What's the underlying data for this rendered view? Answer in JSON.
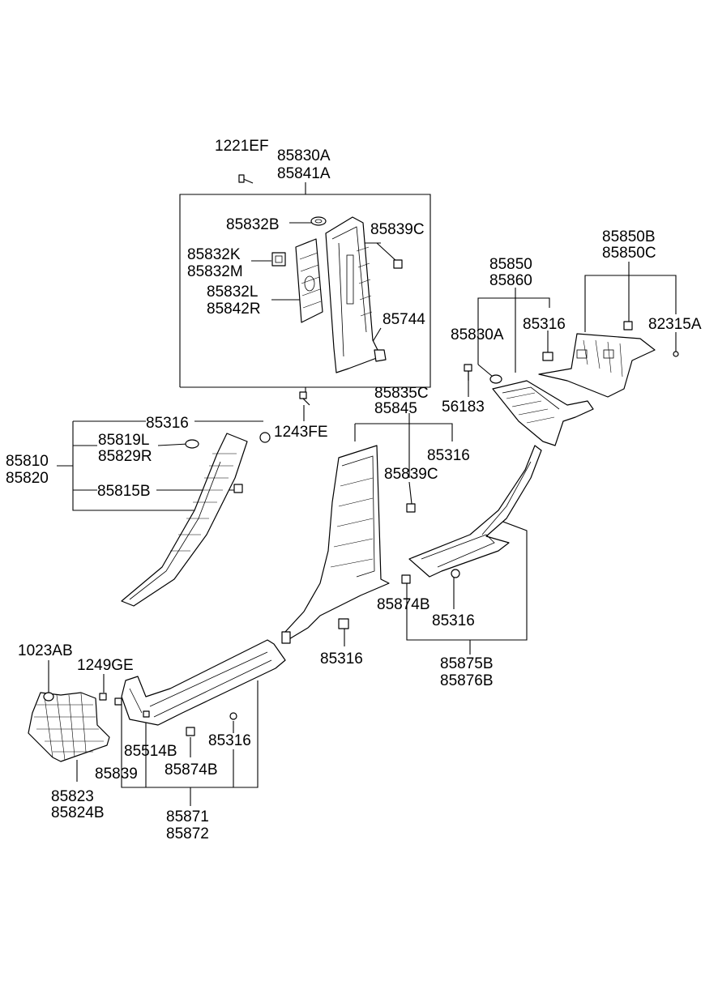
{
  "labels": {
    "p1221EF": "1221EF",
    "p85830A_top": "85830A",
    "p85841A": "85841A",
    "p85832B": "85832B",
    "p85839C_top": "85839C",
    "p85832K": "85832K",
    "p85832M": "85832M",
    "p85832L": "85832L",
    "p85842R": "85842R",
    "p85744": "85744",
    "p1243FE": "1243FE",
    "p85850B": "85850B",
    "p85850C": "85850C",
    "p85850": "85850",
    "p85860": "85860",
    "p85830A_right": "85830A",
    "p85316_right": "85316",
    "p82315A": "82315A",
    "p56183": "56183",
    "p85835C": "85835C",
    "p85845": "85845",
    "p85316_mid": "85316",
    "p85839C_mid": "85839C",
    "p85316_left": "85316",
    "p85819L": "85819L",
    "p85829R": "85829R",
    "p85810": "85810",
    "p85820": "85820",
    "p85815B": "85815B",
    "p85874B_right": "85874B",
    "p85316_sill_right": "85316",
    "p85316_center": "85316",
    "p85875B": "85875B",
    "p85876B": "85876B",
    "p1023AB": "1023AB",
    "p1249GE": "1249GE",
    "p85514B": "85514B",
    "p85316_sill_left": "85316",
    "p85839": "85839",
    "p85874B_left": "85874B",
    "p85823": "85823",
    "p85824B": "85824B",
    "p85871": "85871",
    "p85872": "85872"
  }
}
